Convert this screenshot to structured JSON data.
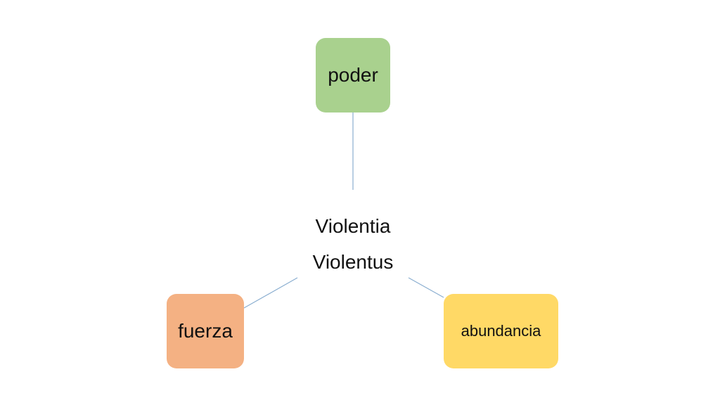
{
  "center": {
    "line1": "Violentia",
    "line2": "Violentus"
  },
  "nodes": [
    {
      "id": "poder",
      "label": "poder",
      "color": "#a9d18e"
    },
    {
      "id": "fuerza",
      "label": "fuerza",
      "color": "#f4b183"
    },
    {
      "id": "abundancia",
      "label": "abundancia",
      "color": "#ffd966"
    }
  ],
  "colors": {
    "connector": "#8aaed0",
    "background": "#ffffff"
  }
}
